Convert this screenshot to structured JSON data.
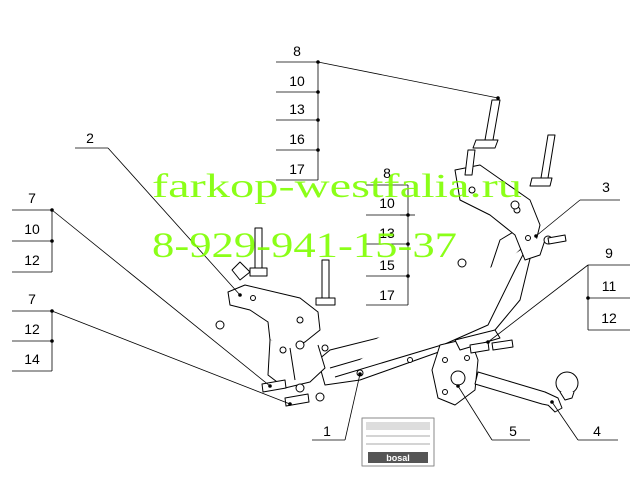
{
  "callouts": {
    "top_group": [
      "8",
      "10",
      "13",
      "16",
      "17"
    ],
    "mid_group": [
      "8",
      "10",
      "13",
      "15",
      "17"
    ],
    "left_group_a": [
      "7",
      "10",
      "12"
    ],
    "left_group_b": [
      "7",
      "12",
      "14"
    ],
    "right_group": [
      "9",
      "11",
      "12"
    ],
    "part_1": "1",
    "part_2": "2",
    "part_3": "3",
    "part_4": "4",
    "part_5": "5"
  },
  "watermark": {
    "site": "farkop-westfalia.ru",
    "phone": "8-929-941-15-37"
  },
  "plate": {
    "brand": "bosal"
  },
  "colors": {
    "watermark": "#7fff00",
    "line": "#000000"
  }
}
